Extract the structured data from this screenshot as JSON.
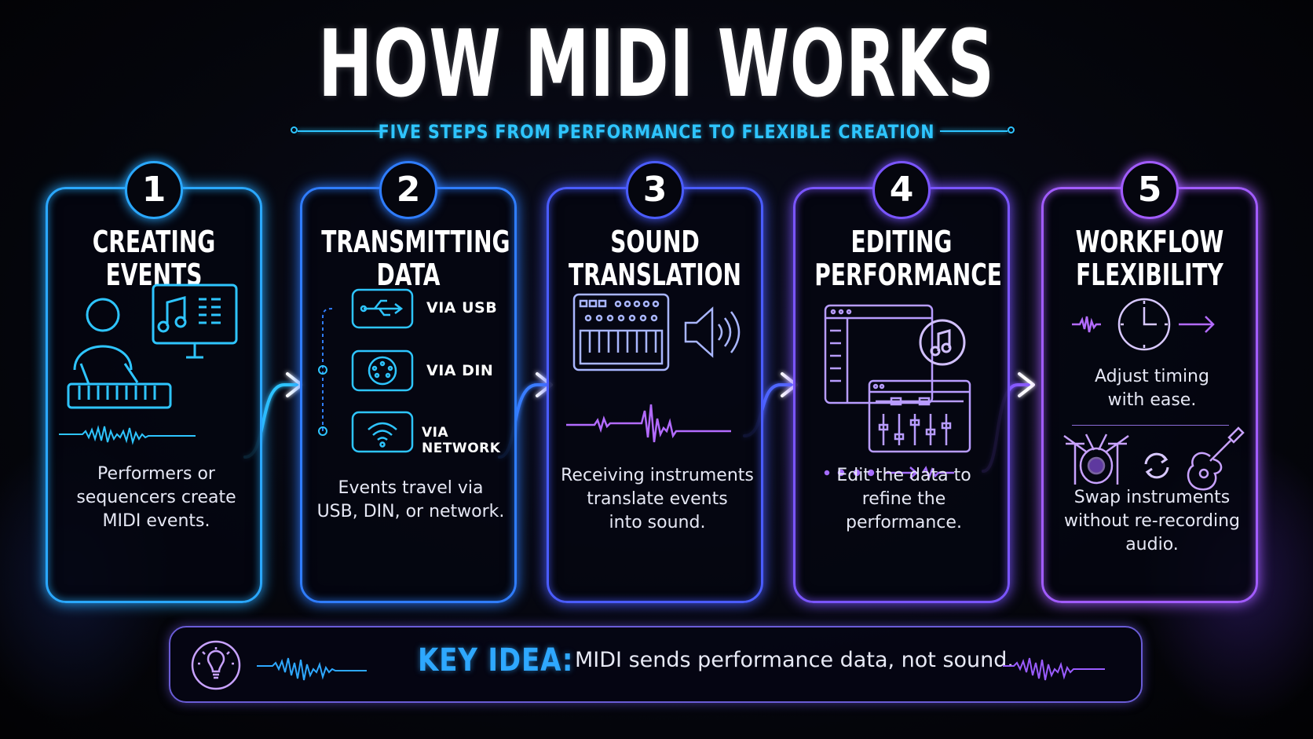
{
  "title": "HOW MIDI WORKS",
  "subtitle": "FIVE STEPS FROM PERFORMANCE TO FLEXIBLE CREATION",
  "colors": {
    "cyan": "#2ec5ff",
    "blue": "#2f6dff",
    "violet": "#8a5cff",
    "purple": "#a659ff"
  },
  "steps": [
    {
      "number": "1",
      "title_line1": "CREATING",
      "title_line2": "EVENTS",
      "desc_line1": "Performers or",
      "desc_line2": "sequencers create",
      "desc_line3": "MIDI events.",
      "icons": [
        "person-at-keyboard-icon",
        "monitor-music-icon",
        "waveform-icon"
      ]
    },
    {
      "number": "2",
      "title_line1": "TRANSMITTING",
      "title_line2": "DATA",
      "connections": [
        {
          "icon": "usb-icon",
          "label": "VIA USB"
        },
        {
          "icon": "din-connector-icon",
          "label": "VIA DIN"
        },
        {
          "icon": "wifi-icon",
          "label": "VIA NETWORK"
        }
      ],
      "desc_line1": "Events travel via",
      "desc_line2": "USB, DIN, or network."
    },
    {
      "number": "3",
      "title_line1": "SOUND",
      "title_line2": "TRANSLATION",
      "desc_line1": "Receiving instruments",
      "desc_line2": "translate events",
      "desc_line3": "into sound.",
      "icons": [
        "synth-module-icon",
        "speaker-icon",
        "waveform-icon"
      ]
    },
    {
      "number": "4",
      "title_line1": "EDITING",
      "title_line2": "PERFORMANCE",
      "desc_line1": "Edit the data to",
      "desc_line2": "refine the",
      "desc_line3": "performance.",
      "icons": [
        "editor-window-icon",
        "music-note-icon",
        "mixer-window-icon"
      ]
    },
    {
      "number": "5",
      "title_line1": "WORKFLOW",
      "title_line2": "FLEXIBILITY",
      "timing_line1": "Adjust timing",
      "timing_line2": "with ease.",
      "desc_line1": "Swap instruments",
      "desc_line2": "without re-recording",
      "desc_line3": "audio.",
      "icons": [
        "clock-icon",
        "drum-kit-icon",
        "swap-icon",
        "guitar-icon"
      ]
    }
  ],
  "key_idea": {
    "label": "KEY IDEA:",
    "text": "MIDI sends performance data, not sound.",
    "icon": "lightbulb-icon"
  }
}
